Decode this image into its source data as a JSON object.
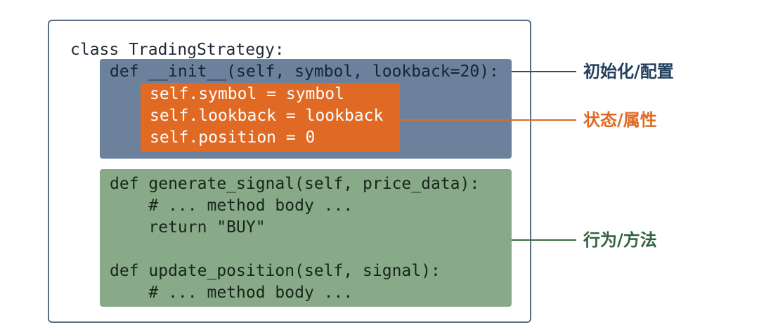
{
  "colors": {
    "outer_border": "#5a6f86",
    "init_block": "#6c819c",
    "state_block": "#e06a24",
    "method_block": "#88aa88",
    "label_init": "#23405f",
    "label_state": "#e06a24",
    "label_method": "#34633f"
  },
  "code": {
    "class_line": "class TradingStrategy:",
    "init_line": "def __init__(self, symbol, lookback=20):",
    "state_lines": "self.symbol = symbol\nself.lookback = lookback\nself.position = 0",
    "method_lines": "def generate_signal(self, price_data):\n    # ... method body ...\n    return \"BUY\"\n\ndef update_position(self, signal):\n    # ... method body ..."
  },
  "labels": {
    "init": "初始化/配置",
    "state": "状态/属性",
    "methods": "行为/方法"
  }
}
